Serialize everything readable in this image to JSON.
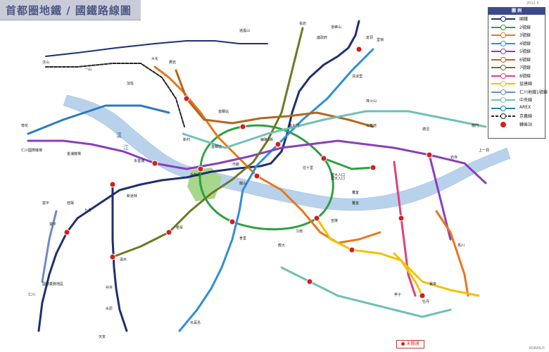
{
  "title": "首都圈地鐵 / 國鐵路線圖",
  "corner_top_right": "2012.5",
  "corner_bottom_right": "KORAIL©",
  "river_labels": [
    "漢",
    "江"
  ],
  "legend": {
    "header": "圖 例",
    "items": [
      {
        "label": "國鐵",
        "color": "#1f2f6f"
      },
      {
        "label": "2號線",
        "color": "#2ea043"
      },
      {
        "label": "3號線",
        "color": "#e8761f"
      },
      {
        "label": "4號線",
        "color": "#2f8fd8"
      },
      {
        "label": "5號線",
        "color": "#8a3fb7"
      },
      {
        "label": "6號線",
        "color": "#b5661f"
      },
      {
        "label": "7號線",
        "color": "#6a7a25"
      },
      {
        "label": "8號線",
        "color": "#e0407e"
      },
      {
        "label": "盆唐線",
        "color": "#f2c200"
      },
      {
        "label": "仁川地鐵1號線",
        "color": "#6d8bc4"
      },
      {
        "label": "中央線",
        "color": "#6fc0b7"
      },
      {
        "label": "AREX",
        "color": "#2a7bc0"
      },
      {
        "label": "京義線",
        "color": "#222222"
      },
      {
        "label": "轉乘站",
        "color": "#d21f1f"
      }
    ]
  },
  "not_open_label": "未開通",
  "map_data": {
    "stations": [
      {
        "name": "逍遙山",
        "line": 0
      },
      {
        "name": "議政府",
        "line": 0
      },
      {
        "name": "道峰山",
        "line": 0
      },
      {
        "name": "倉洞",
        "line": 0
      },
      {
        "name": "清涼里",
        "line": 0
      },
      {
        "name": "首爾站",
        "line": 0
      },
      {
        "name": "永登浦",
        "line": 0
      },
      {
        "name": "九老",
        "line": 0
      },
      {
        "name": "富平",
        "line": 0
      },
      {
        "name": "仁川",
        "line": 0
      },
      {
        "name": "衿井",
        "line": 0
      },
      {
        "name": "水原",
        "line": 0
      },
      {
        "name": "天安",
        "line": 0
      },
      {
        "name": "市廳",
        "line": 1
      },
      {
        "name": "江南",
        "line": 1
      },
      {
        "name": "蠶室",
        "line": 1
      },
      {
        "name": "新村",
        "line": 1
      },
      {
        "name": "新道林",
        "line": 1
      },
      {
        "name": "建大入口",
        "line": 1
      },
      {
        "name": "大化",
        "line": 2
      },
      {
        "name": "鐘路3街",
        "line": 2
      },
      {
        "name": "教大",
        "line": 2
      },
      {
        "name": "梧琴",
        "line": 2
      },
      {
        "name": "堂嶺",
        "line": 3
      },
      {
        "name": "東大門",
        "line": 3
      },
      {
        "name": "舍堂",
        "line": 3
      },
      {
        "name": "烏耳島",
        "line": 3
      },
      {
        "name": "傍花",
        "line": 4
      },
      {
        "name": "汝矣島",
        "line": 4
      },
      {
        "name": "往十里",
        "line": 4
      },
      {
        "name": "上一洞",
        "line": 4
      },
      {
        "name": "馬川",
        "line": 4
      },
      {
        "name": "鷹岩",
        "line": 5
      },
      {
        "name": "三角地",
        "line": 5
      },
      {
        "name": "烽火山",
        "line": 5
      },
      {
        "name": "長岩",
        "line": 6
      },
      {
        "name": "建大入口",
        "line": 6
      },
      {
        "name": "溫水",
        "line": 6
      },
      {
        "name": "岩寺",
        "line": 7
      },
      {
        "name": "蠶室",
        "line": 7
      },
      {
        "name": "牡丹",
        "line": 7
      },
      {
        "name": "宣陵",
        "line": 8
      },
      {
        "name": "亭子",
        "line": 8
      },
      {
        "name": "寶亭",
        "line": 8
      },
      {
        "name": "桂陽",
        "line": 9
      },
      {
        "name": "富平",
        "line": 9
      },
      {
        "name": "國際業務地區",
        "line": 9
      },
      {
        "name": "龍山",
        "line": 10
      },
      {
        "name": "德沼",
        "line": 10
      },
      {
        "name": "龍門",
        "line": 10
      },
      {
        "name": "仁川國際機場",
        "line": 11
      },
      {
        "name": "金浦機場",
        "line": 11
      },
      {
        "name": "首爾站",
        "line": 11
      },
      {
        "name": "汶山",
        "line": 12
      },
      {
        "name": "一山",
        "line": 12
      },
      {
        "name": "加佐",
        "line": 12
      }
    ]
  }
}
